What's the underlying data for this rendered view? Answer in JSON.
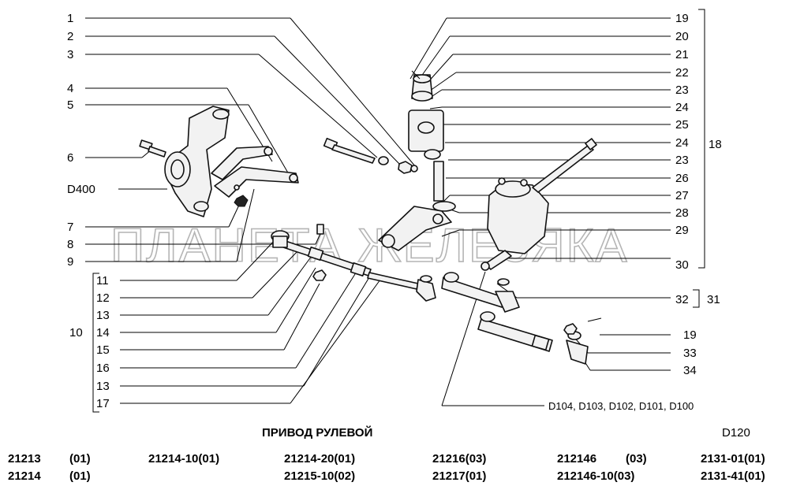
{
  "left_labels": [
    "1",
    "2",
    "3",
    "4",
    "5",
    "6",
    "D400",
    "7",
    "8",
    "9",
    "11",
    "12",
    "13",
    "14",
    "15",
    "16",
    "13",
    "17"
  ],
  "group_left": "10",
  "right_labels": [
    "19",
    "20",
    "21",
    "22",
    "23",
    "24",
    "25",
    "24",
    "23",
    "26",
    "27",
    "28",
    "29",
    "30",
    "32",
    "19",
    "33",
    "34"
  ],
  "group_right_18": "18",
  "group_right_31": "31",
  "bottom_variants": "D104, D103, D102, D101, D100",
  "watermark": "ПЛАНЕТА ЖЕЛЕЗЯКА",
  "title": "ПРИВОД РУЛЕВОЙ",
  "sheet_code": "D120",
  "models_row1": [
    "21213",
    "(01)",
    "21214-10(01)",
    "21214-20(01)",
    "21216(03)",
    "212146",
    "(03)",
    "2131-01(01)"
  ],
  "models_row2": [
    "21214",
    "(01)",
    "21215-10(02)",
    "21217(01)",
    "212146-10(03)",
    "2131-41(01)"
  ]
}
